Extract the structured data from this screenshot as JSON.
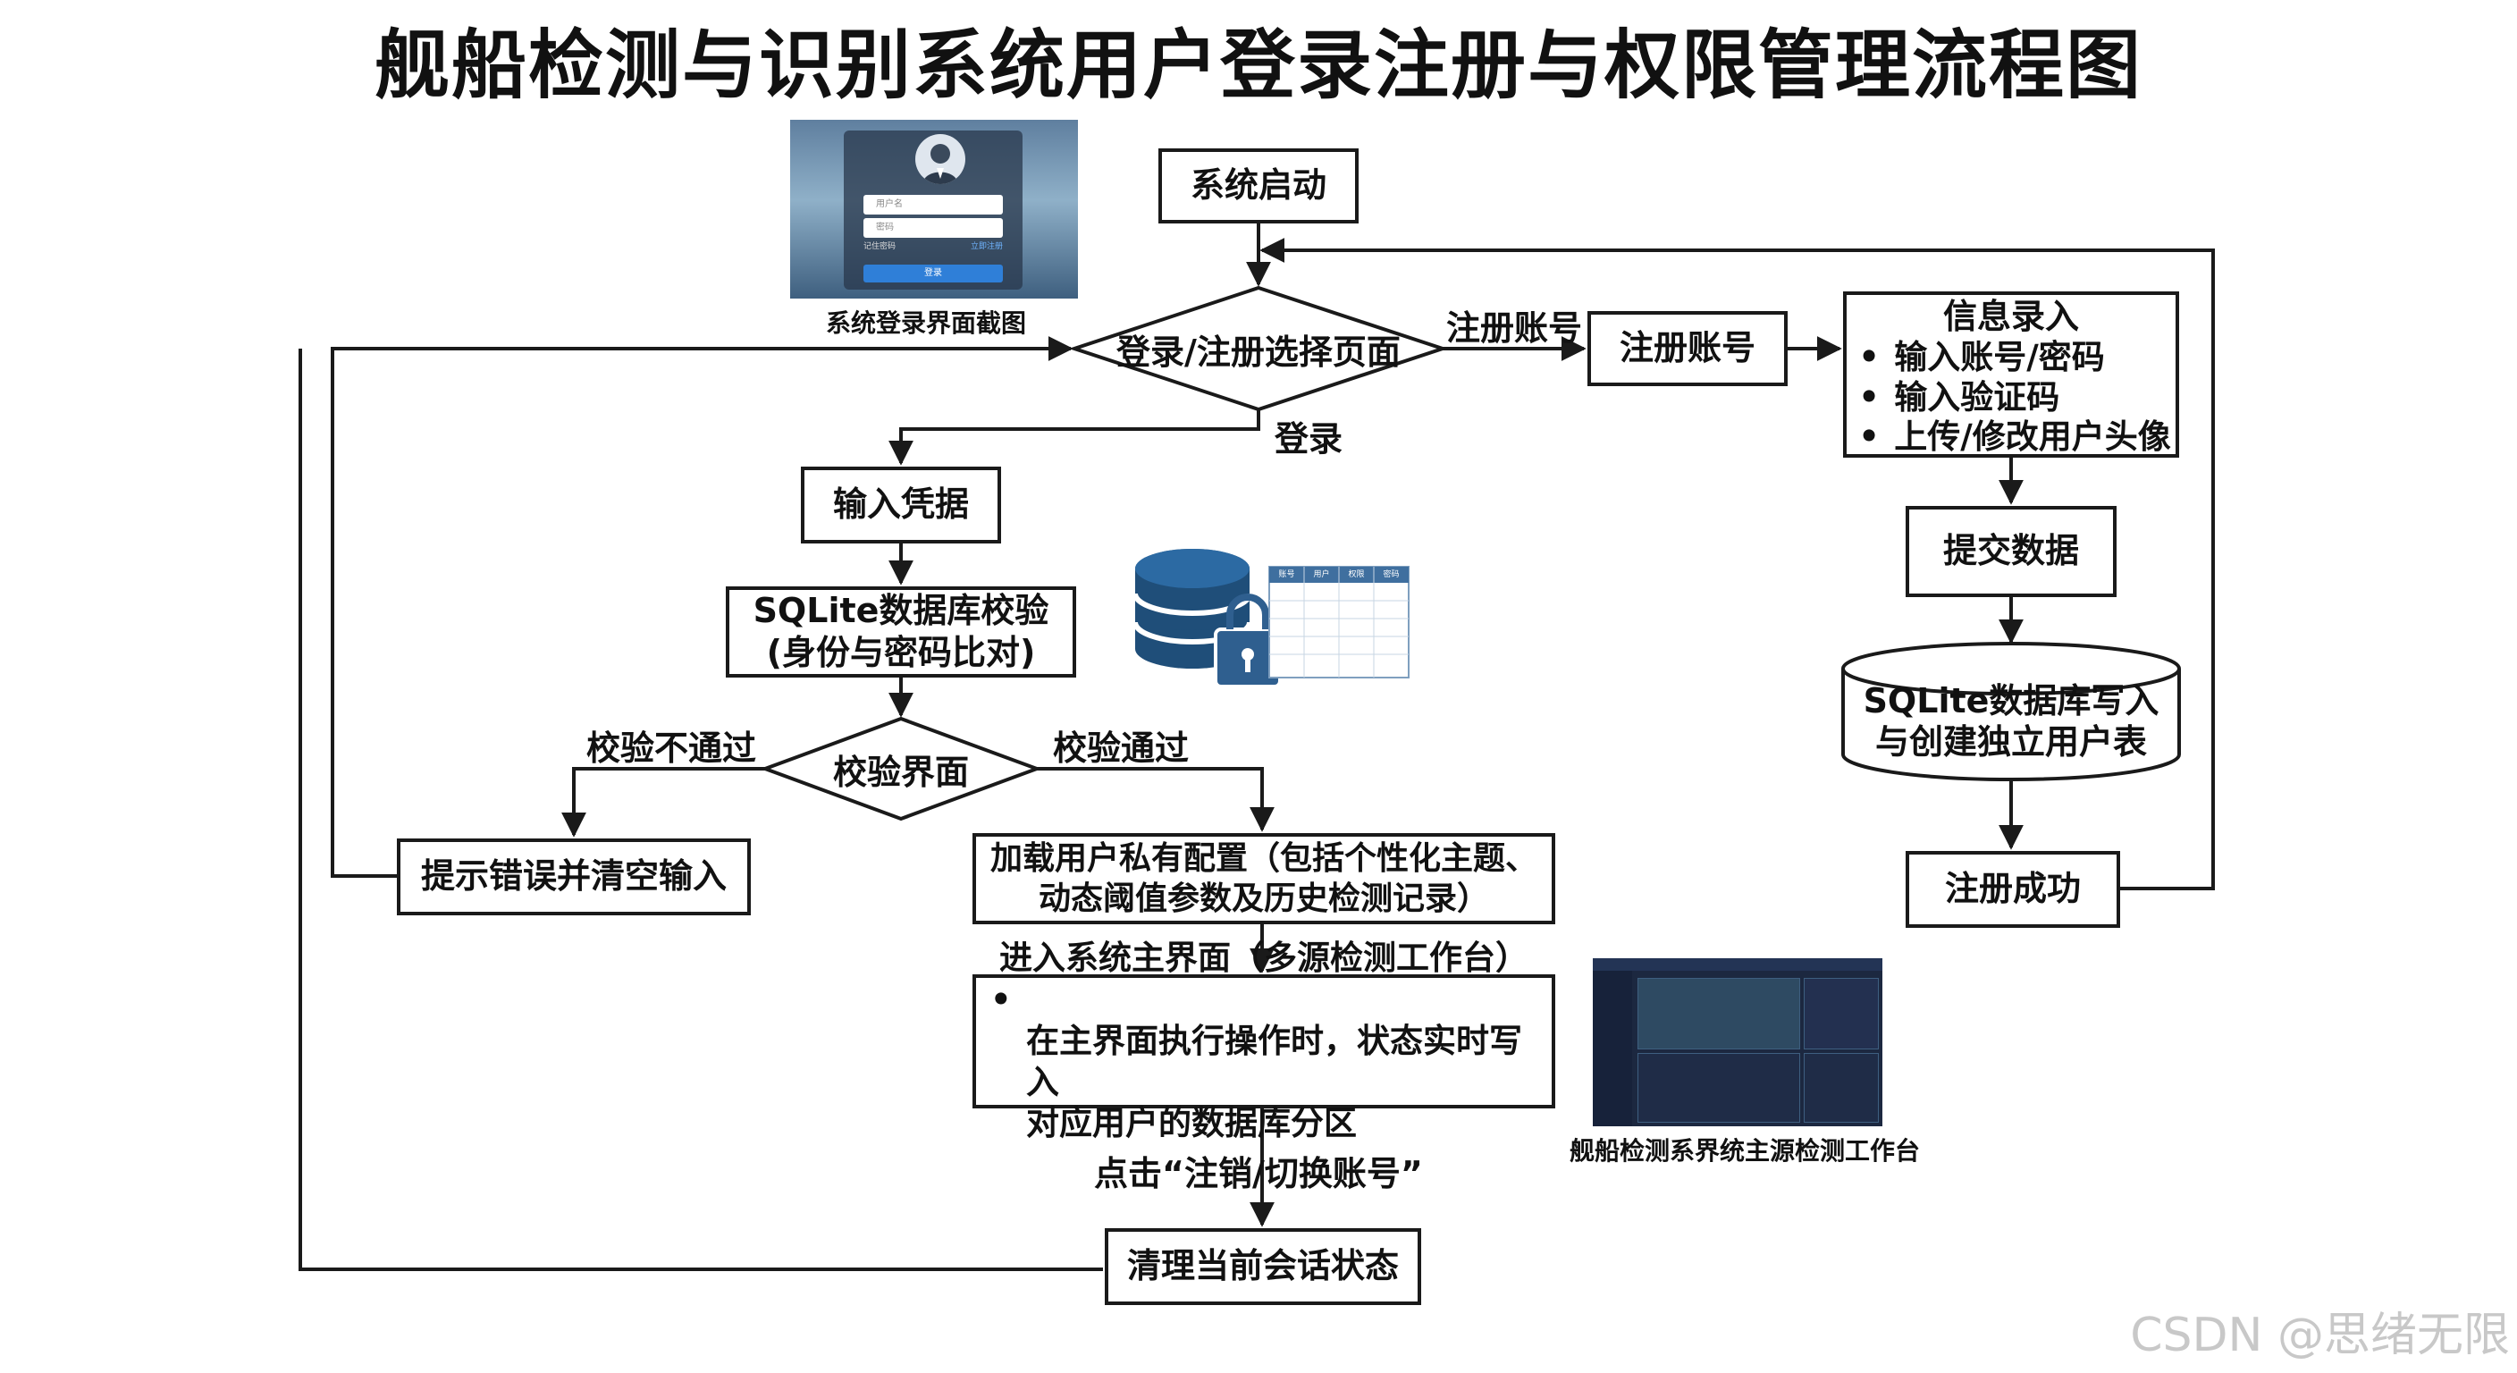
{
  "title": "舰船检测与识别系统用户登录注册与权限管理流程图",
  "nodes": {
    "start": "系统启动",
    "choice": "登录/注册选择页面",
    "input_credentials": "输入凭据",
    "db_verify": "SQLite数据库校验\n(身份与密码比对)",
    "verify_gate": "校验界面",
    "error": "提示错误并清空输入",
    "load_config": "加载用户私有配置（包括个性化主题、\n动态阈值参数及历史检测记录）",
    "main_ui_title": "进入系统主界面（多源检测工作台）",
    "main_ui_bullet": "在主界面执行操作时，状态实时写入\n对应用户的数据库分区",
    "clear_session": "清理当前会话状态",
    "register": "注册账号",
    "info_title": "信息录入",
    "info_items": [
      "输入账号/密码",
      "输入验证码",
      "上传/修改用户头像"
    ],
    "submit": "提交数据",
    "db_write": "SQLite数据库写入\n与创建独立用户表",
    "register_success": "注册成功"
  },
  "edge_labels": {
    "to_register": "注册账号",
    "to_login": "登录",
    "fail": "校验不通过",
    "pass": "校验通过",
    "logout": "点击“注销/切换账号”"
  },
  "captions": {
    "login_screenshot": "系统登录界面截图",
    "workstation": "舰船检测系界统主源检测工作台"
  },
  "login_mock": {
    "username": "用户名",
    "password": "密码",
    "remember": "记住密码",
    "register_link": "立即注册",
    "login_button": "登录"
  },
  "table_headers": [
    "账号",
    "用户",
    "权限",
    "密码"
  ],
  "watermark": "CSDN @思绪无限",
  "colors": {
    "line": "#1a1a1a",
    "db_blue": "#1f4e79",
    "lock": "#2f5f8f"
  }
}
